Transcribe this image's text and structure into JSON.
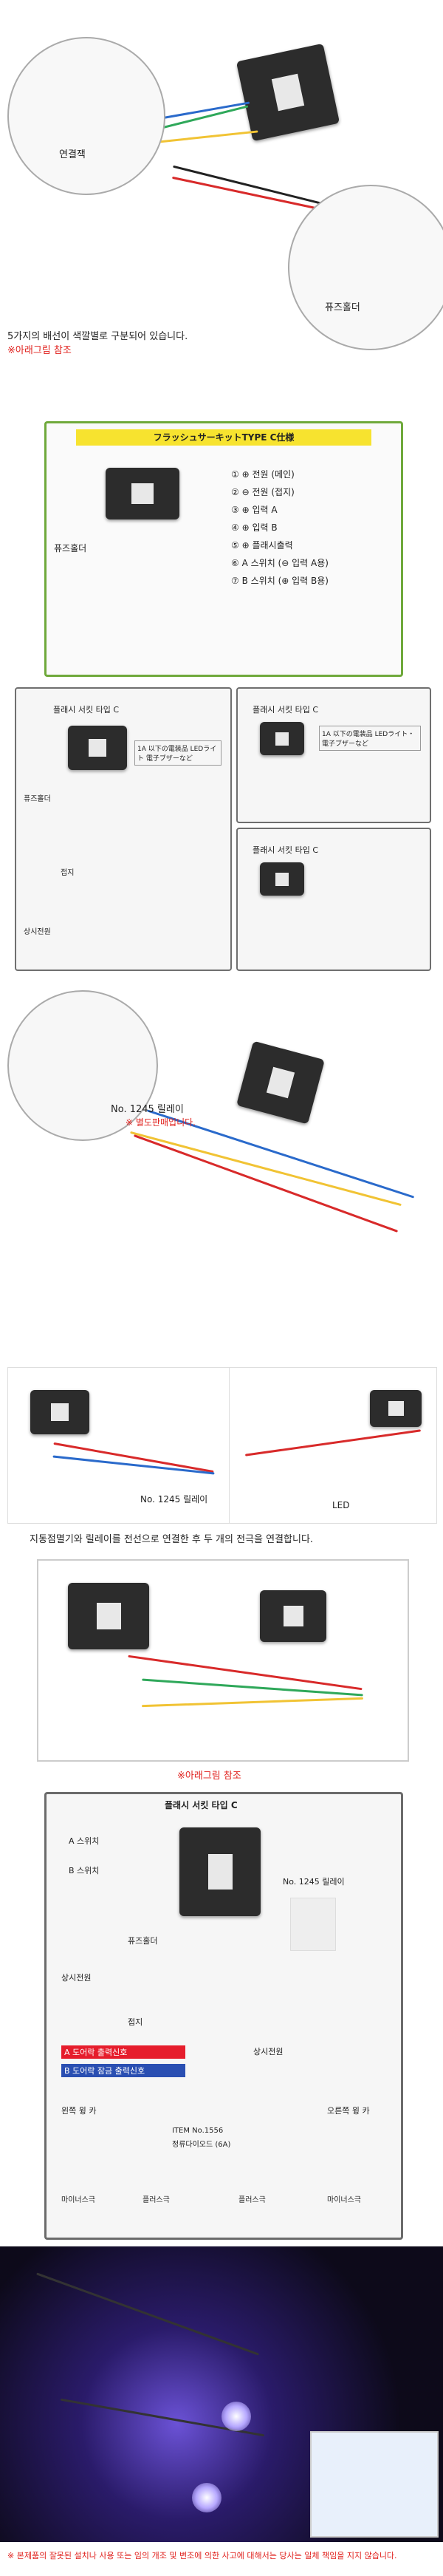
{
  "sec1": {
    "label_connector": "연결잭",
    "label_fuseholder": "퓨즈홀더",
    "caption1": "5가지의 배선이 색깔별로 구분되어 있습니다.",
    "caption2": "※아래그림 참조"
  },
  "sec2": {
    "title": "フラッシュサーキットTYPE C仕様",
    "label_fuse": "퓨즈홀더",
    "legend": [
      {
        "num": "①",
        "text": "⊕ 전원 (메인)"
      },
      {
        "num": "②",
        "text": "⊖ 전원 (접지)"
      },
      {
        "num": "③",
        "text": "⊕ 입력 A"
      },
      {
        "num": "④",
        "text": "⊕ 입력 B"
      },
      {
        "num": "⑤",
        "text": "⊕ 플래시출력"
      },
      {
        "num": "⑥",
        "text": "A 스위치 (⊖ 입력 A용)"
      },
      {
        "num": "⑦",
        "text": "B 스위치 (⊕ 입력 B용)"
      }
    ]
  },
  "sec3": {
    "title_left": "플래시 서킷 타입 C",
    "note_left": "1A 以下の電装品 LEDライト 電子ブザーなど",
    "title_right_top": "플래시 서킷 타입 C",
    "title_right_bottom": "플래시 서킷 타입 C",
    "note_right": "1A 以下の電装品 LEDライト・電子ブザーなど",
    "fuse_label": "퓨즈홀더",
    "ground": "접지",
    "positive": "상시전원"
  },
  "sec4": {
    "relay_label": "No. 1245 릴레이",
    "relay_note": "※ 별도판매입니다."
  },
  "sec5": {
    "relay_label": "No. 1245 릴레이",
    "led_label": "LED",
    "caption": "지동점멸기와 릴레이를 전선으로 연결한 후 두 개의 전극을 연결합니다."
  },
  "sec6": {
    "note": "※아래그림 참조"
  },
  "sec7": {
    "title": "플래시 서킷 타입 C",
    "switch_a": "A 스위치",
    "switch_b": "B 스위치",
    "relay": "No. 1245 릴레이",
    "fuse": "퓨즈홀더",
    "power": "상시전원",
    "ground": "접지",
    "left_wink": "왼쪽 윙 카",
    "right_wink": "오른쪽 윙 카",
    "minus": "마이너스극",
    "plus": "플러스극",
    "diode_item": "ITEM No.1556",
    "diode_name": "정류다이오드 (6A)",
    "red_label": "A 도어락 출력신호",
    "blue_label": "B 도어락 잠금 출력신호"
  },
  "sec8": {
    "footer": "※ 본제품의 잘못된 설치나 사용 또는 임의 개조 및 변조에 의한 사고에 대해서는 당사는 일체 책임을 지지 않습니다."
  }
}
